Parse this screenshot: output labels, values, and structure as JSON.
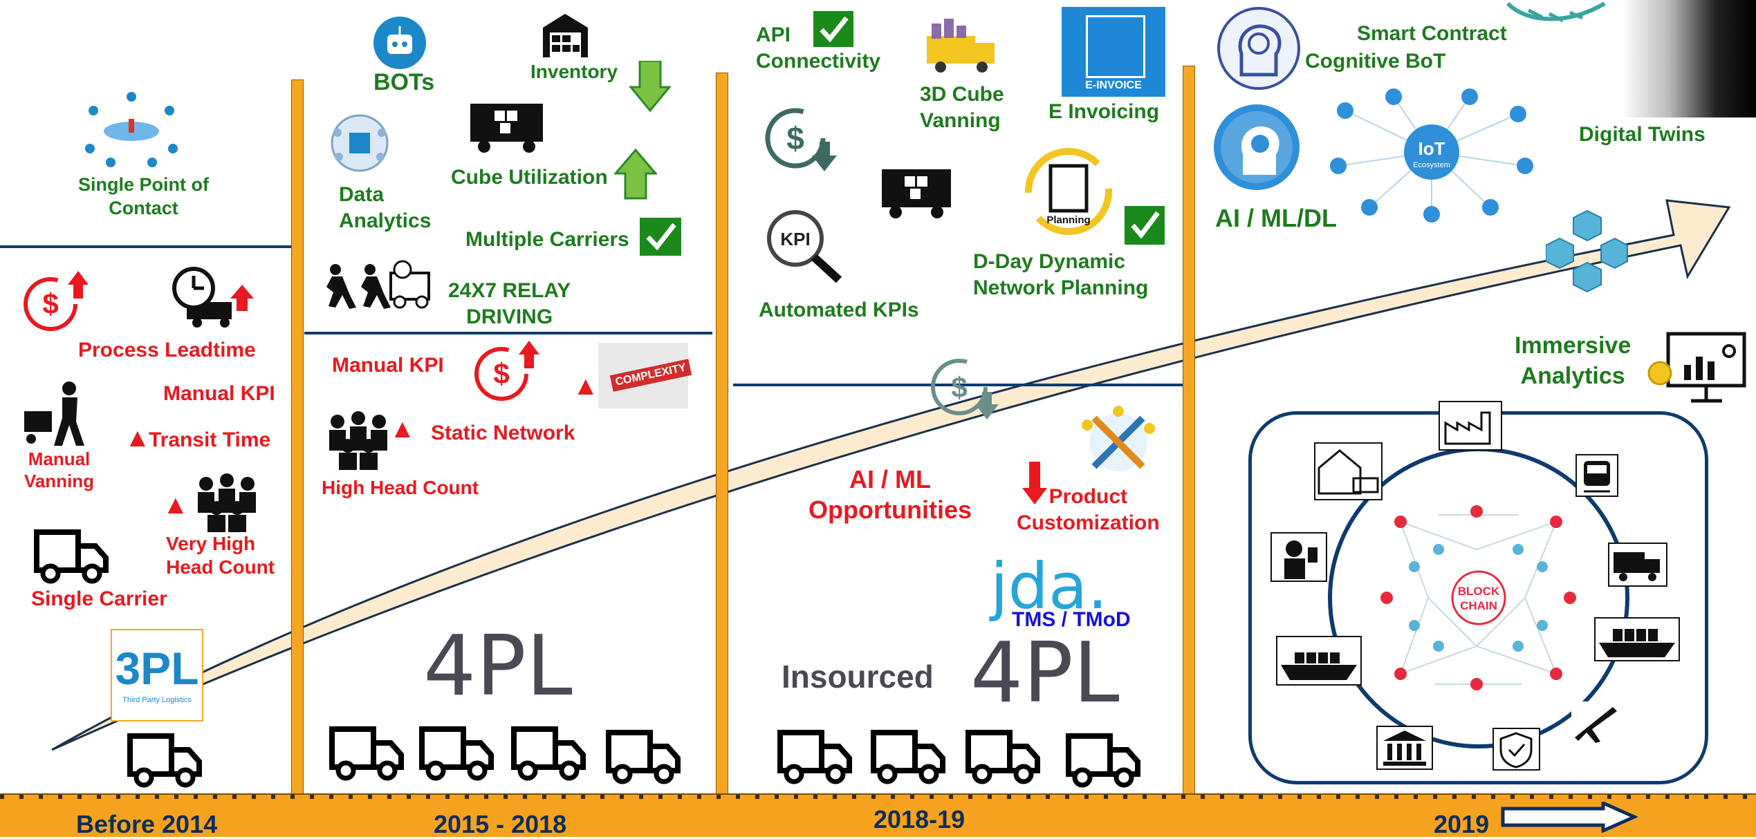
{
  "col1": {
    "single_point": "Single Point of\nContact",
    "process_leadtime": "Process Leadtime",
    "manual_kpi": "Manual KPI",
    "manual_vanning": "Manual\nVanning",
    "transit_time": "Transit Time",
    "very_high_head_count": "Very High\nHead Count",
    "single_carrier": "Single Carrier",
    "logo_3pl": "3PL",
    "logo_3pl_sub": "Third Party Logistics"
  },
  "col2": {
    "bots": "BOTs",
    "inventory": "Inventory",
    "data_analytics": "Data\nAnalytics",
    "cube_utilization": "Cube Utilization",
    "multiple_carriers": "Multiple Carriers",
    "relay": "24X7 RELAY\nDRIVING",
    "manual_kpi": "Manual KPI",
    "complexity": "COMPLEXITY",
    "static_network": "Static Network",
    "high_head_count": "High Head Count",
    "logo_4pl": "4PL"
  },
  "col3": {
    "api": "API\nConnectivity",
    "cube_vanning": "3D Cube\nVanning",
    "einvoice_badge": "E-INVOICE",
    "e_invoicing": "E Invoicing",
    "automated_kpis": "Automated KPIs",
    "kpi_badge": "KPI",
    "planning_badge": "Planning",
    "dday": "D-Day Dynamic\nNetwork Planning",
    "ai_ml": "AI / ML\nOpportunities",
    "product_custom": "Product\nCustomization",
    "jda": "jda.",
    "tms": "TMS / TMoD",
    "insourced": "Insourced",
    "logo_4pl": "4PL"
  },
  "col4": {
    "smart_contract": "Smart Contract",
    "cognitive_bot": "Cognitive BoT",
    "digital_twins": "Digital Twins",
    "iot_badge": "IoT",
    "iot_sub": "Ecosystem",
    "ai_ml_dl": "AI / ML/DL",
    "immersive": "Immersive\nAnalytics",
    "blockchain": "BLOCK\nCHAIN"
  },
  "timeline": [
    "Before 2014",
    "2015 - 2018",
    "2018-19",
    "2019"
  ],
  "colors": {
    "green": "#1e7b1e",
    "red": "#e8191f",
    "blue": "#1414d4",
    "navy": "#0e3b6e",
    "orange": "#f5a623",
    "arrow_fill": "#fdebd0"
  }
}
